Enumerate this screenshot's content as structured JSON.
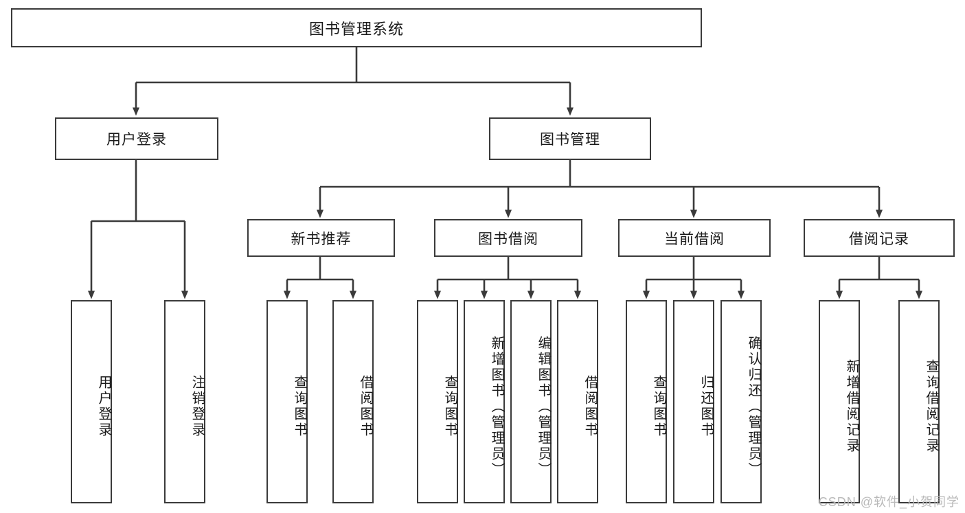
{
  "diagram": {
    "type": "tree",
    "title": "图书管理系统",
    "orientation": "top-down",
    "levels": 4,
    "root": {
      "label": "图书管理系统"
    },
    "level2": [
      {
        "label": "用户登录"
      },
      {
        "label": "图书管理"
      }
    ],
    "level3": [
      {
        "label": "新书推荐"
      },
      {
        "label": "图书借阅"
      },
      {
        "label": "当前借阅"
      },
      {
        "label": "借阅记录"
      }
    ],
    "leaves": {
      "user_login": [
        {
          "label": "用户登录"
        },
        {
          "label": "注销登录"
        }
      ],
      "new_book_recommend": [
        {
          "label": "查询图书"
        },
        {
          "label": "借阅图书"
        }
      ],
      "book_borrow": [
        {
          "label": "查询图书"
        },
        {
          "label": "新增图书（管理员）"
        },
        {
          "label": "编辑图书（管理员）"
        },
        {
          "label": "借阅图书"
        }
      ],
      "current_borrow": [
        {
          "label": "查询图书"
        },
        {
          "label": "归还图书"
        },
        {
          "label": "确认归还（管理员）"
        }
      ],
      "borrow_record": [
        {
          "label": "新增借阅记录"
        },
        {
          "label": "查询借阅记录"
        }
      ]
    }
  },
  "watermark": {
    "text": "CSDN @软件_小贺同学"
  },
  "colors": {
    "box_border": "#3a3a3a",
    "box_fill": "#ffffff",
    "edge": "#3a3a3a",
    "text": "#1a1a1a",
    "watermark": "#b9b9b9"
  }
}
